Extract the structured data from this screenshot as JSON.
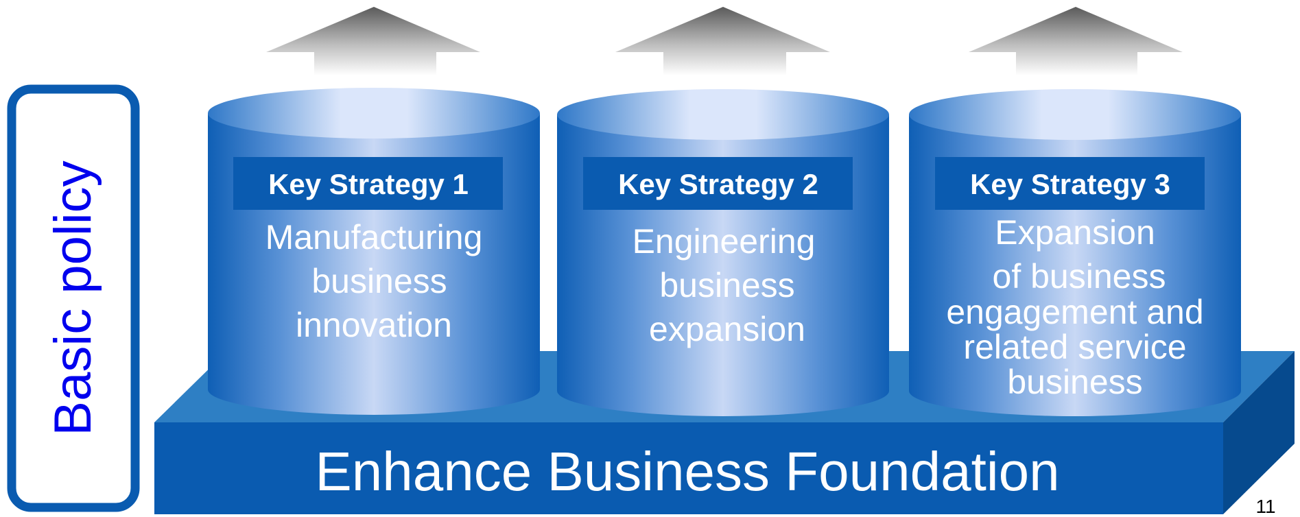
{
  "basic_policy_label": "Basic policy",
  "foundation_label": "Enhance Business Foundation",
  "strategies": [
    {
      "title": "Key Strategy 1",
      "lines": [
        "Manufacturing",
        "business",
        "innovation"
      ]
    },
    {
      "title": "Key Strategy 2",
      "lines": [
        "Engineering",
        "business",
        "expansion"
      ]
    },
    {
      "title": "Key Strategy 3",
      "lines": [
        "Expansion",
        "of business",
        "engagement and",
        "related service",
        "business"
      ]
    }
  ],
  "page_number": "11",
  "colors": {
    "policy_border": "#0a5bb0",
    "policy_text": "#0000ee",
    "platform_front": "#0a5bb0",
    "platform_top": "#2e7fc4",
    "platform_side": "#064a8e",
    "title_bar": "#0a5bb0"
  }
}
